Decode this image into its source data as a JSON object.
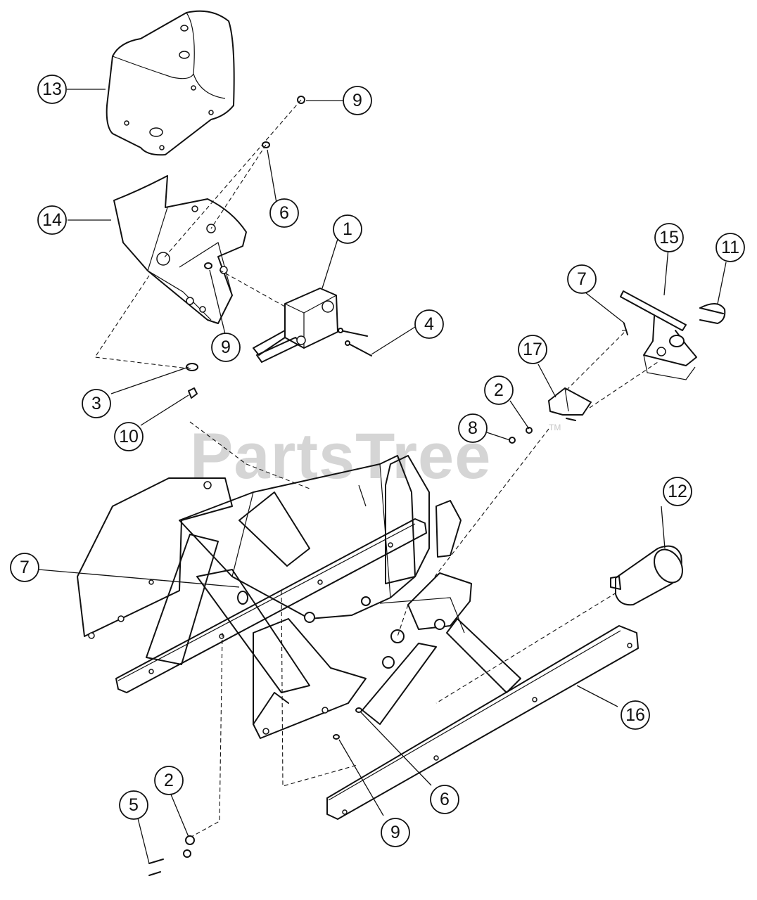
{
  "watermark": {
    "text": "PartsTree",
    "trademark": "TM"
  },
  "callouts": [
    {
      "id": "13",
      "label": "13"
    },
    {
      "id": "9a",
      "label": "9"
    },
    {
      "id": "6a",
      "label": "6"
    },
    {
      "id": "14",
      "label": "14"
    },
    {
      "id": "1",
      "label": "1"
    },
    {
      "id": "9b",
      "label": "9"
    },
    {
      "id": "4",
      "label": "4"
    },
    {
      "id": "15",
      "label": "15"
    },
    {
      "id": "11",
      "label": "11"
    },
    {
      "id": "7a",
      "label": "7"
    },
    {
      "id": "17",
      "label": "17"
    },
    {
      "id": "3",
      "label": "3"
    },
    {
      "id": "2a",
      "label": "2"
    },
    {
      "id": "10",
      "label": "10"
    },
    {
      "id": "8",
      "label": "8"
    },
    {
      "id": "12",
      "label": "12"
    },
    {
      "id": "7b",
      "label": "7"
    },
    {
      "id": "16",
      "label": "16"
    },
    {
      "id": "2b",
      "label": "2"
    },
    {
      "id": "5",
      "label": "5"
    },
    {
      "id": "6b",
      "label": "6"
    },
    {
      "id": "9c",
      "label": "9"
    }
  ]
}
